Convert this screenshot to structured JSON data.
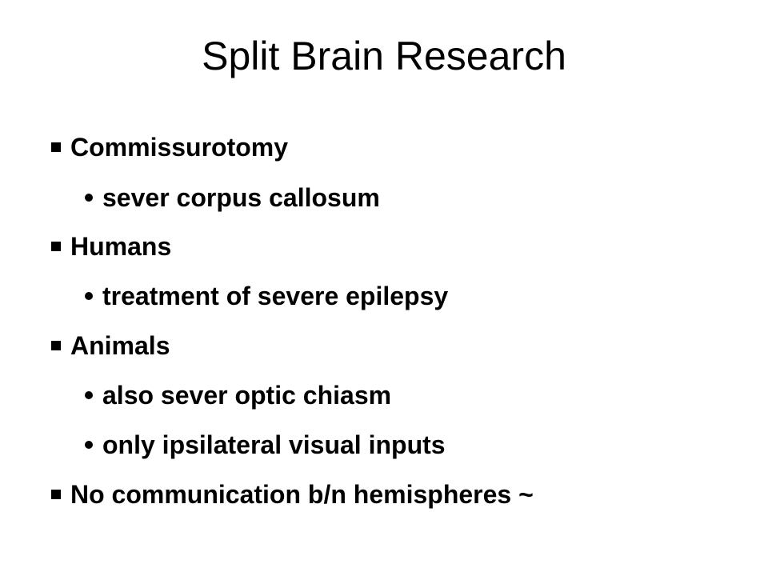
{
  "slide": {
    "title": "Split Brain Research",
    "bullets": [
      {
        "level": 1,
        "marker": "square-bullet-icon",
        "text": "Commissurotomy"
      },
      {
        "level": 2,
        "marker": "dot-bullet-icon",
        "text": "sever corpus callosum"
      },
      {
        "level": 1,
        "marker": "square-bullet-icon",
        "text": "Humans"
      },
      {
        "level": 2,
        "marker": "dot-bullet-icon",
        "text": "treatment of severe epilepsy"
      },
      {
        "level": 1,
        "marker": "square-bullet-icon",
        "text": "Animals"
      },
      {
        "level": 2,
        "marker": "dot-bullet-icon",
        "text": "also sever optic chiasm"
      },
      {
        "level": 2,
        "marker": "dot-bullet-icon",
        "text": "only ipsilateral visual inputs"
      },
      {
        "level": 1,
        "marker": "square-bullet-icon",
        "text": "No communication b/n hemispheres ~"
      }
    ]
  }
}
